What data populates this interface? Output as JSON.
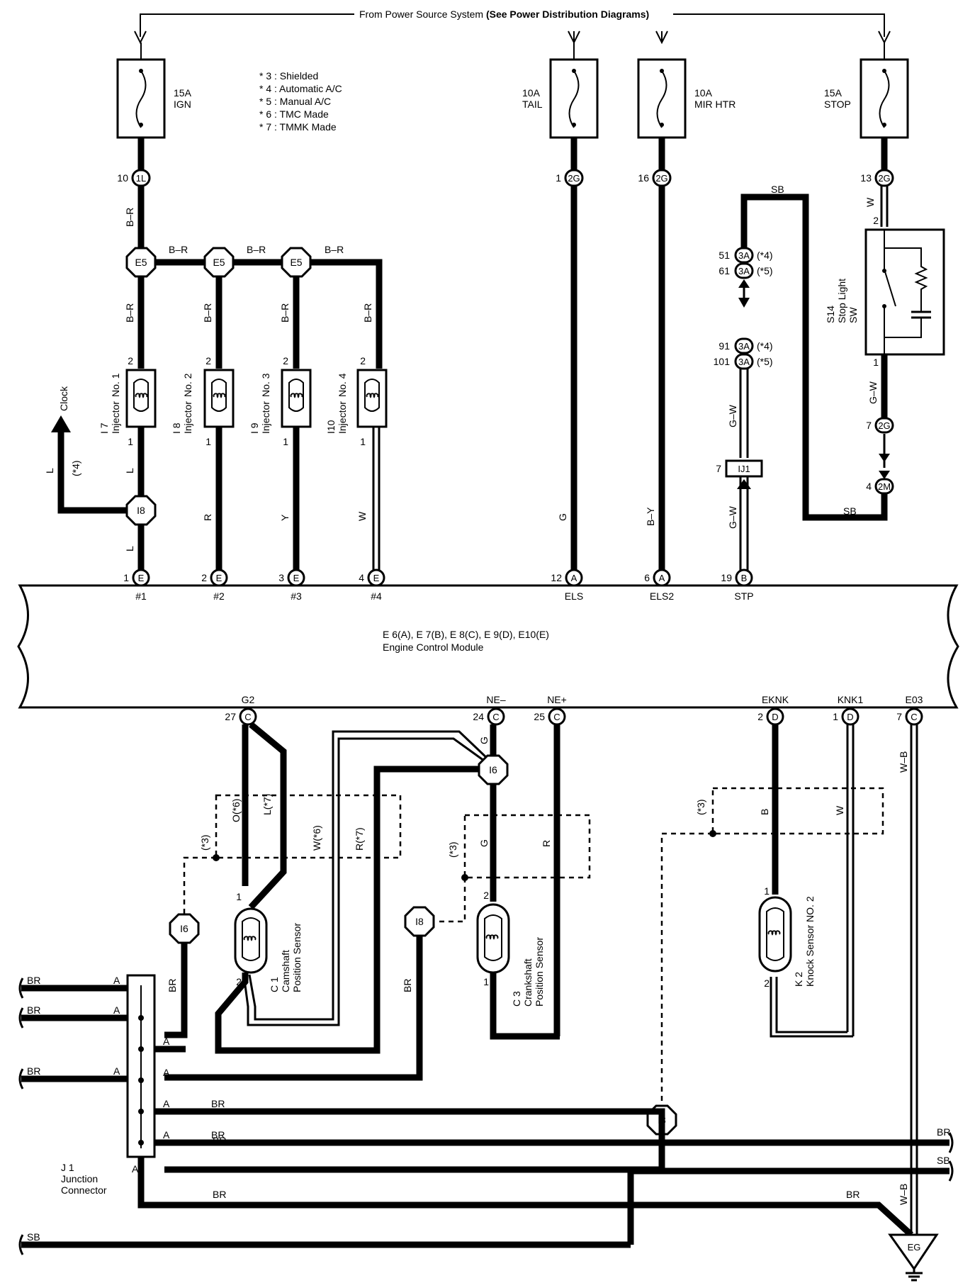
{
  "power": {
    "title_pre": "From Power Source System ",
    "title_bold": "(See Power Distribution Diagrams)"
  },
  "fuses": [
    {
      "amp": "15A",
      "name": "IGN"
    },
    {
      "amp": "10A",
      "name": "TAIL"
    },
    {
      "amp": "10A",
      "name": "MIR HTR"
    },
    {
      "amp": "15A",
      "name": "STOP"
    }
  ],
  "notes": [
    "* 3 : Shielded",
    "* 4 : Automatic A/C",
    "* 5 : Manual A/C",
    "* 6 : TMC Made",
    "* 7 : TMMK Made"
  ],
  "fuse_connectors": [
    {
      "pin": "10",
      "conn": "1L"
    },
    {
      "pin": "1",
      "conn": "2G"
    },
    {
      "pin": "16",
      "conn": "2G"
    },
    {
      "pin": "13",
      "conn": "2G"
    }
  ],
  "junctions": {
    "e5": "E5",
    "i8": "I8",
    "i6": "I6",
    "ij1": "IJ1",
    "eg": "EG"
  },
  "wire_colors": {
    "br": "B–R",
    "l": "L",
    "r": "R",
    "y": "Y",
    "w": "W",
    "g": "G",
    "by": "B–Y",
    "gw": "G–W",
    "sb": "SB",
    "wb": "W–B",
    "brn": "BR",
    "o6": "O(*6)",
    "l7": "L(*7)",
    "w6": "W(*6)",
    "r7": "R(*7)",
    "b": "B"
  },
  "injectors": [
    {
      "id": "I 7",
      "name": "Injector",
      "no": "No. 1"
    },
    {
      "id": "I 8",
      "name": "Injector",
      "no": "No. 2"
    },
    {
      "id": "I 9",
      "name": "Injector",
      "no": "No. 3"
    },
    {
      "id": "I10",
      "name": "Injector",
      "no": "No. 4"
    }
  ],
  "clock": {
    "label": "Clock",
    "note": "(*4)"
  },
  "stop_switch": {
    "id": "S14",
    "name": "Stop Light",
    "sub": "SW"
  },
  "ij1_connector": [
    {
      "pin": "51",
      "conn": "3A",
      "note": "(*4)"
    },
    {
      "pin": "61",
      "conn": "3A",
      "note": "(*5)"
    },
    {
      "pin": "91",
      "conn": "3A",
      "note": "(*4)"
    },
    {
      "pin": "101",
      "conn": "3A",
      "note": "(*5)"
    },
    {
      "pin": "7",
      "conn": "IJ1"
    }
  ],
  "stop_pins": [
    {
      "pin": "2"
    },
    {
      "pin": "1"
    },
    {
      "pin": "7",
      "conn": "2G"
    },
    {
      "pin": "4",
      "conn": "2M"
    }
  ],
  "ecm": {
    "line1": "E 6(A), E 7(B), E 8(C), E 9(D), E10(E)",
    "line2": "Engine Control Module",
    "top_pins": [
      {
        "pin": "1",
        "conn": "E",
        "label": "#1"
      },
      {
        "pin": "2",
        "conn": "E",
        "label": "#2"
      },
      {
        "pin": "3",
        "conn": "E",
        "label": "#3"
      },
      {
        "pin": "4",
        "conn": "E",
        "label": "#4"
      },
      {
        "pin": "12",
        "conn": "A",
        "label": "ELS"
      },
      {
        "pin": "6",
        "conn": "A",
        "label": "ELS2"
      },
      {
        "pin": "19",
        "conn": "B",
        "label": "STP"
      }
    ],
    "bottom_pins": [
      {
        "pin": "27",
        "conn": "C",
        "label": "G2"
      },
      {
        "pin": "24",
        "conn": "C",
        "label": "NE–"
      },
      {
        "pin": "25",
        "conn": "C",
        "label": "NE+"
      },
      {
        "pin": "2",
        "conn": "D",
        "label": "EKNK"
      },
      {
        "pin": "1",
        "conn": "D",
        "label": "KNK1"
      },
      {
        "pin": "7",
        "conn": "C",
        "label": "E03"
      }
    ]
  },
  "sensors": [
    {
      "id": "C 1",
      "name": "Camshaft",
      "sub": "Position Sensor"
    },
    {
      "id": "C 3",
      "name": "Crankshaft",
      "sub": "Position Sensor"
    },
    {
      "id": "K 2",
      "name": "Knock Sensor NO. 2"
    }
  ],
  "shield_note": "(*3)",
  "junction_connector": {
    "id": "J 1",
    "name": "Junction",
    "sub": "Connector",
    "pin": "A"
  },
  "pin_numbers": {
    "p1": "1",
    "p2": "2"
  }
}
